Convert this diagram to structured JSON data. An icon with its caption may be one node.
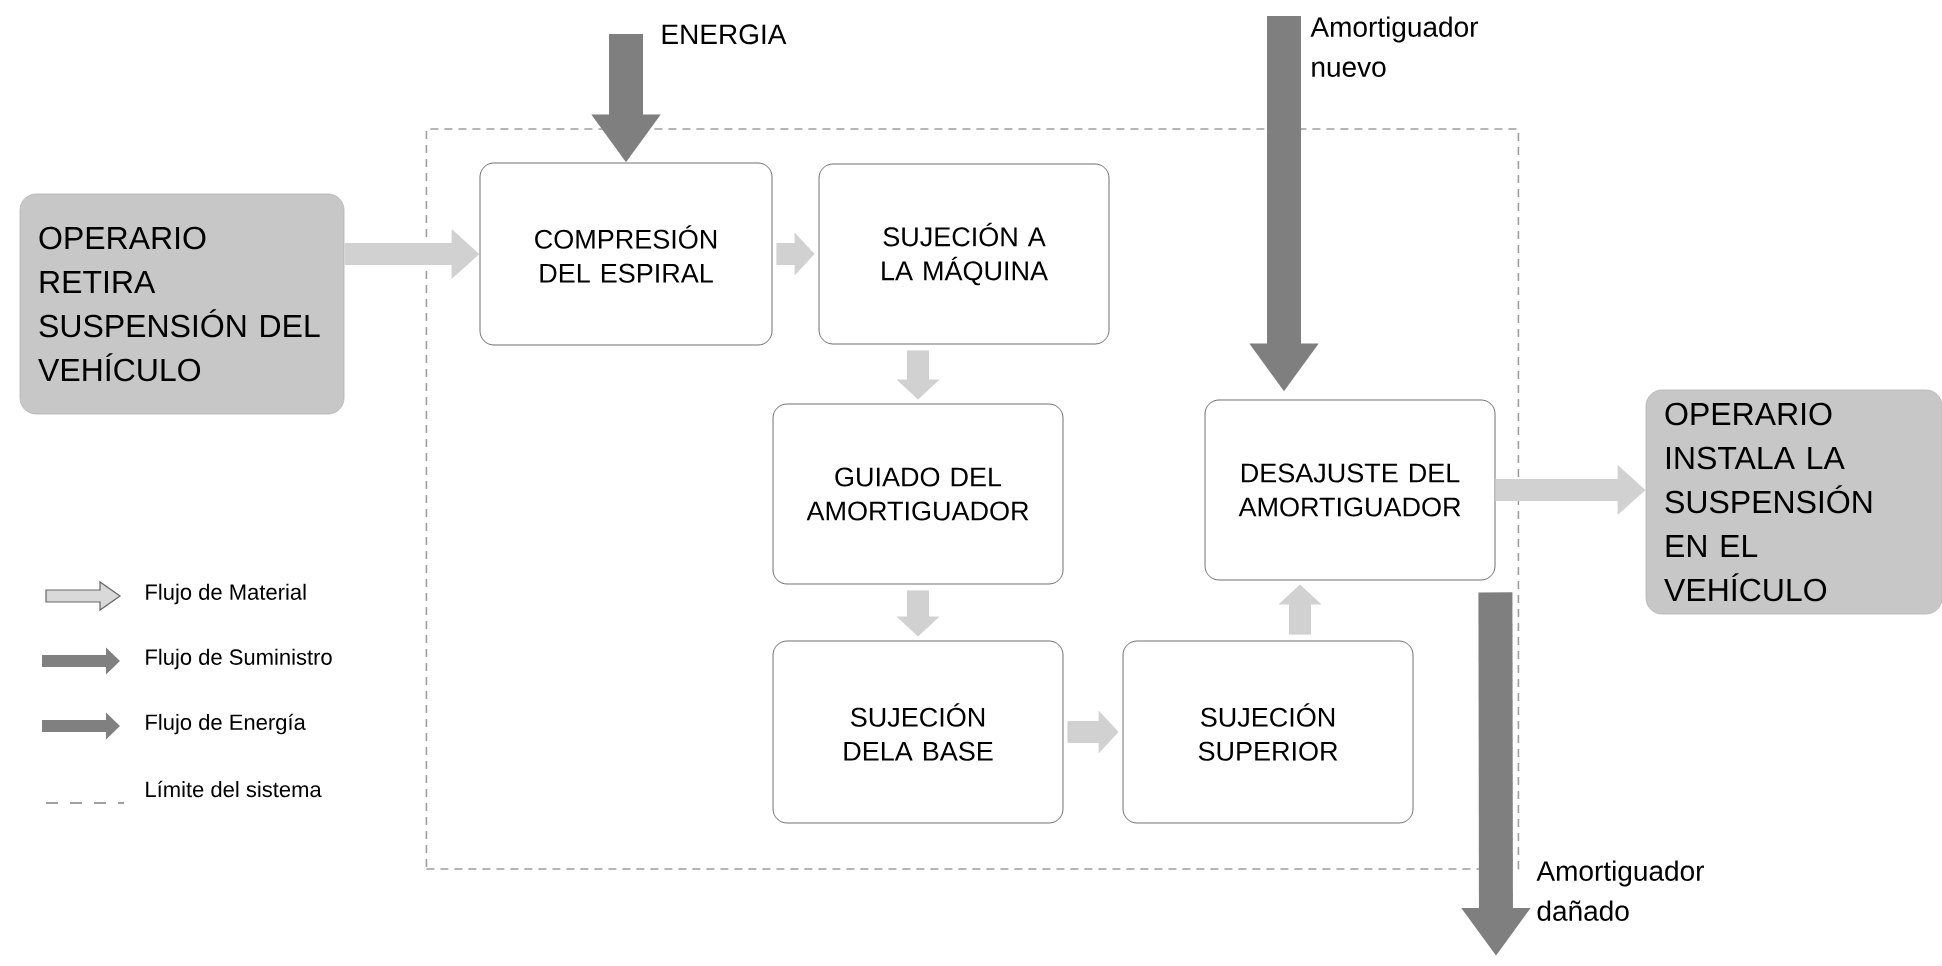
{
  "diagram": {
    "nodes": [
      {
        "text": [
          "OPERARIO RETIRA SUSPENSIÓN DEL VEHÍCULO"
        ]
      },
      {
        "text": [],
        "shape": "box"
      },
      {
        "text": [
          "COMPRESIÓN DEL ESPIRAL"
        ],
        "in": 1
      },
      {
        "text": [
          "SUJECIÓN A LA MÁQUINA"
        ],
        "in": 1
      },
      {
        "text": [
          "GUIADO DEL AMORTIGUADOR"
        ],
        "in": 1
      },
      {
        "text": [
          "SUJECIÓN DELA BASE"
        ],
        "in": 1
      },
      {
        "text": [
          "SUJECIÓN SUPERIOR"
        ],
        "in": 1
      },
      {
        "text": [
          "DESAJUSTE DEL AMORTIGUADOR"
        ],
        "in": 1
      },
      {
        "text": [
          "OPERARIO INSTALA LA SUSPENSIÓN EN EL VEHÍCULO"
        ]
      }
    ],
    "edges": [
      {
        "from": 0,
        "to": 2,
        "arrow": "to"
      },
      {
        "from": 2,
        "to": 3,
        "arrow": "to"
      },
      {
        "from": 3,
        "to": 4,
        "arrow": "to"
      },
      {
        "from": 4,
        "to": 5,
        "arrow": "to"
      },
      {
        "from": 5,
        "to": 6,
        "arrow": "to"
      },
      {
        "from": 6,
        "to": 7,
        "arrow": "to"
      },
      {
        "from": 7,
        "to": 8,
        "arrow": "to"
      },
      {
        "from": null,
        "to": 2,
        "arrow": "to",
        "label": "ENERGIA",
        "color": "#7f7f7f"
      },
      {
        "from": null,
        "to": 7,
        "arrow": "to",
        "label": "Amortiguador nuevo",
        "color": "#7f7f7f"
      },
      {
        "from": 7,
        "to": null,
        "arrow": "to",
        "label": "Amortiguador dañado",
        "color": "#7f7f7f"
      }
    ],
    "legend": [
      {
        "text": "Flujo de Material"
      },
      {
        "text": "Flujo de Suministro"
      },
      {
        "text": "Flujo de Energía"
      },
      {
        "text": "Límite del sistema"
      }
    ]
  }
}
